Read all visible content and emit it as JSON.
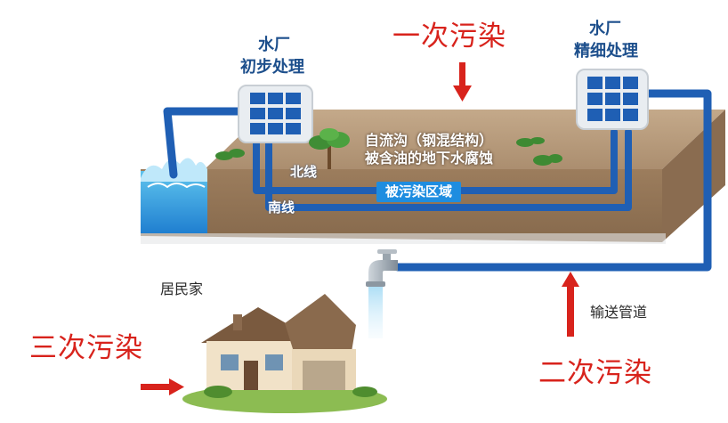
{
  "plant_primary": {
    "name": "水厂",
    "process": "初步处理"
  },
  "plant_fine": {
    "name": "水厂",
    "process": "精细处理"
  },
  "pollution": {
    "first": "一次污染",
    "second": "二次污染",
    "third": "三次污染"
  },
  "lines": {
    "north": "北线",
    "south": "南线"
  },
  "ditch": {
    "line1": "自流沟（钢混结构）",
    "line2": "被含油的地下水腐蚀"
  },
  "zone_label": "被污染区域",
  "residence_label": "居民家",
  "pipeline_label": "输送管道",
  "colors": {
    "pipe": "#1f5fb4",
    "ground": "#a08262",
    "pollution_text": "#d8231c",
    "zone": "#1e8de0"
  }
}
